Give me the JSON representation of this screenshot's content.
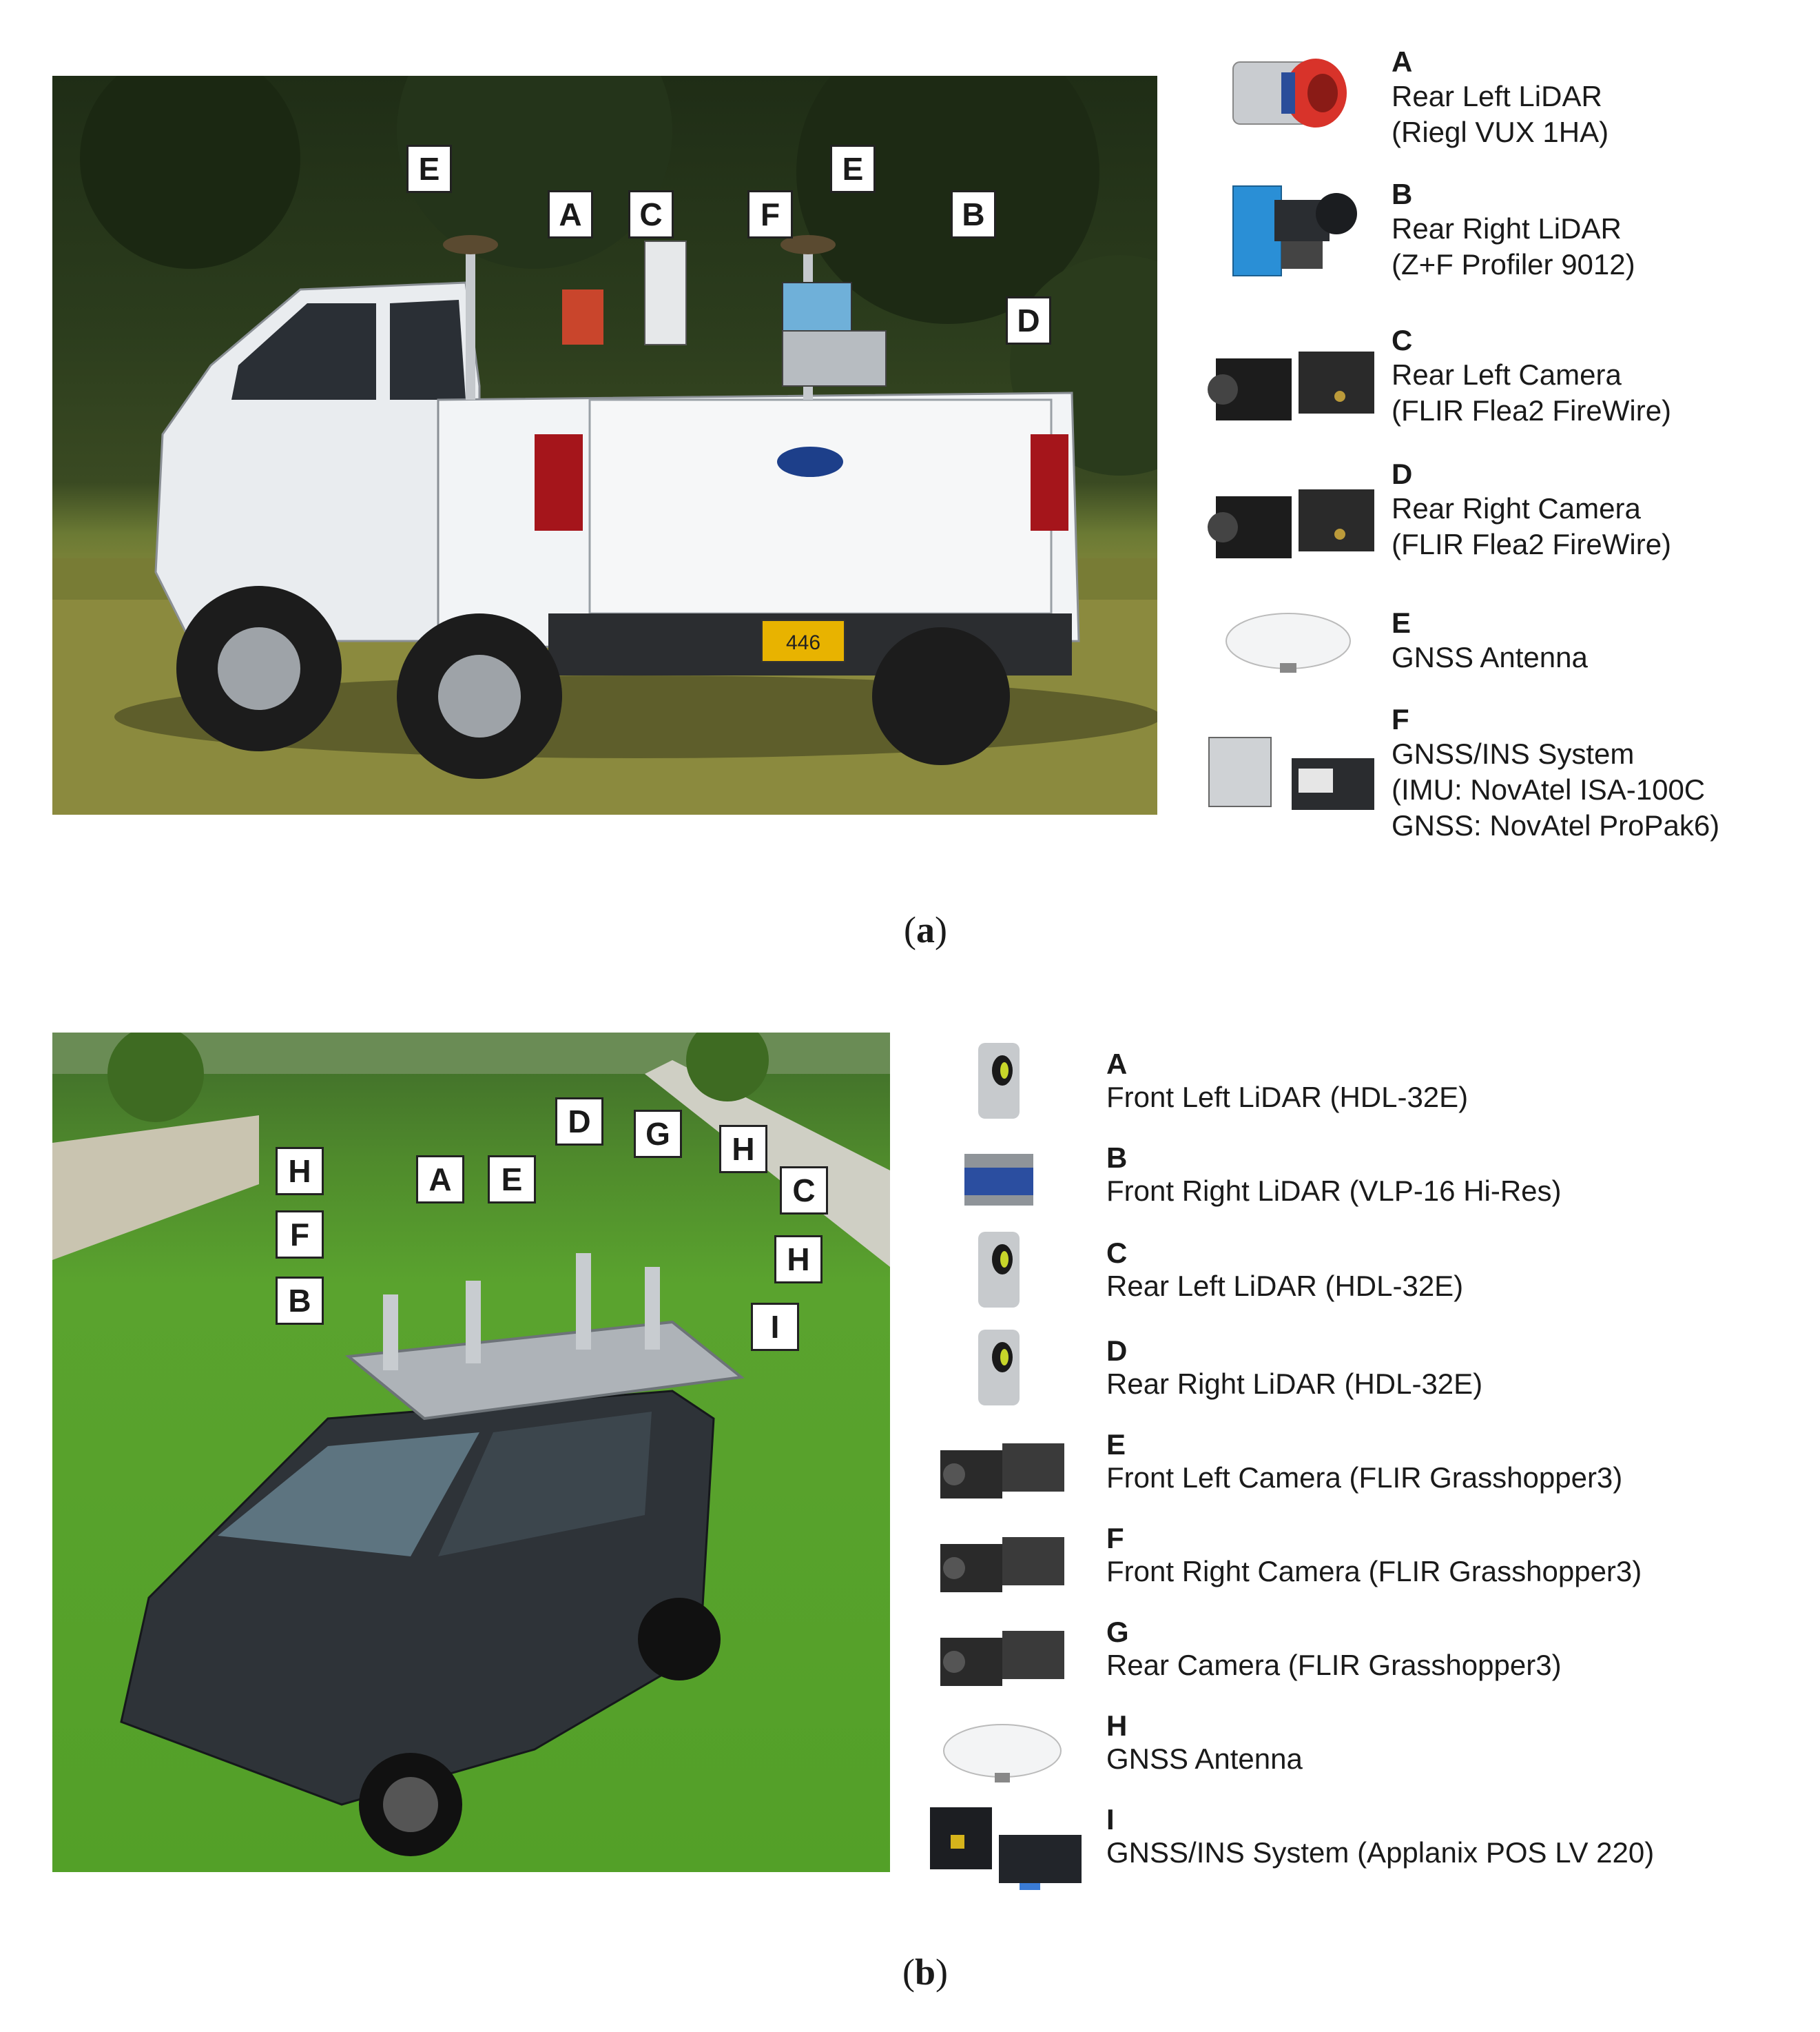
{
  "panel_a": {
    "callouts": [
      "E",
      "A",
      "C",
      "F",
      "E",
      "B",
      "D"
    ],
    "legend": [
      {
        "letter": "A",
        "lines": [
          "Rear Left LiDAR",
          "(Riegl VUX 1HA)"
        ]
      },
      {
        "letter": "B",
        "lines": [
          "Rear Right LiDAR",
          "(Z+F Profiler 9012)"
        ]
      },
      {
        "letter": "C",
        "lines": [
          "Rear Left Camera",
          "(FLIR Flea2 FireWire)"
        ]
      },
      {
        "letter": "D",
        "lines": [
          "Rear Right Camera",
          "(FLIR Flea2 FireWire)"
        ]
      },
      {
        "letter": "E",
        "lines": [
          "GNSS Antenna"
        ]
      },
      {
        "letter": "F",
        "lines": [
          "GNSS/INS System",
          "(IMU: NovAtel ISA-100C",
          "GNSS: NovAtel ProPak6)"
        ]
      }
    ],
    "caption_open": "(",
    "caption_letter": "a",
    "caption_close": ")",
    "plate_text": "446"
  },
  "panel_b": {
    "callouts": [
      "H",
      "F",
      "B",
      "A",
      "E",
      "D",
      "G",
      "H",
      "C",
      "H",
      "I"
    ],
    "legend": [
      {
        "letter": "A",
        "lines": [
          "Front Left LiDAR (HDL-32E)"
        ]
      },
      {
        "letter": "B",
        "lines": [
          "Front Right LiDAR (VLP-16 Hi-Res)"
        ]
      },
      {
        "letter": "C",
        "lines": [
          "Rear Left LiDAR (HDL-32E)"
        ]
      },
      {
        "letter": "D",
        "lines": [
          "Rear Right LiDAR (HDL-32E)"
        ]
      },
      {
        "letter": "E",
        "lines": [
          "Front Left Camera (FLIR Grasshopper3)"
        ]
      },
      {
        "letter": "F",
        "lines": [
          "Front Right Camera (FLIR Grasshopper3)"
        ]
      },
      {
        "letter": "G",
        "lines": [
          "Rear Camera (FLIR Grasshopper3)"
        ]
      },
      {
        "letter": "H",
        "lines": [
          "GNSS Antenna"
        ]
      },
      {
        "letter": "I",
        "lines": [
          "GNSS/INS System (Applanix POS LV 220)"
        ]
      }
    ],
    "caption_open": "(",
    "caption_letter": "b",
    "caption_close": ")"
  }
}
